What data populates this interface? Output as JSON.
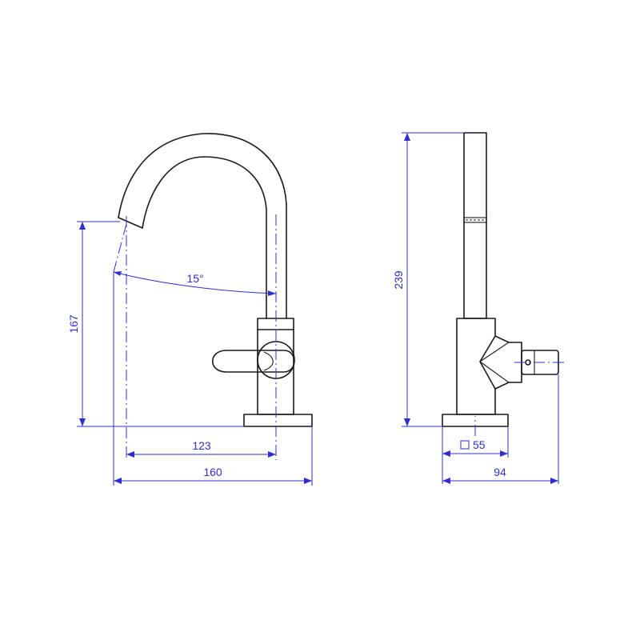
{
  "front_view": {
    "dimensions": {
      "height": "167",
      "spout_reach": "123",
      "overall_width": "160",
      "angle": "15°"
    }
  },
  "side_view": {
    "dimensions": {
      "height": "239",
      "base_square": "55",
      "overall_depth": "94"
    }
  },
  "colors": {
    "outline": "#1a1a1a",
    "dimension": "#2f2fd0"
  }
}
